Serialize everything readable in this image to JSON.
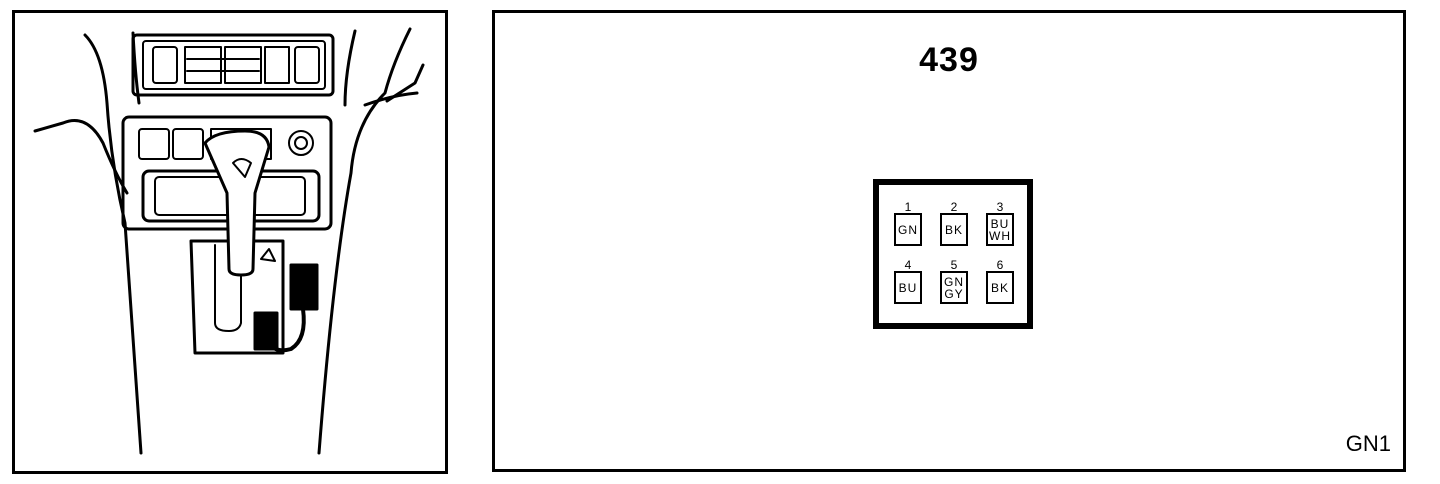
{
  "connector": {
    "number": "439",
    "code": "GN1",
    "pins": [
      {
        "num": "1",
        "color": [
          "GN"
        ]
      },
      {
        "num": "2",
        "color": [
          "BK"
        ]
      },
      {
        "num": "3",
        "color": [
          "BU",
          "WH"
        ]
      },
      {
        "num": "4",
        "color": [
          "BU"
        ]
      },
      {
        "num": "5",
        "color": [
          "GN",
          "GY"
        ]
      },
      {
        "num": "6",
        "color": [
          "BK"
        ]
      }
    ]
  }
}
